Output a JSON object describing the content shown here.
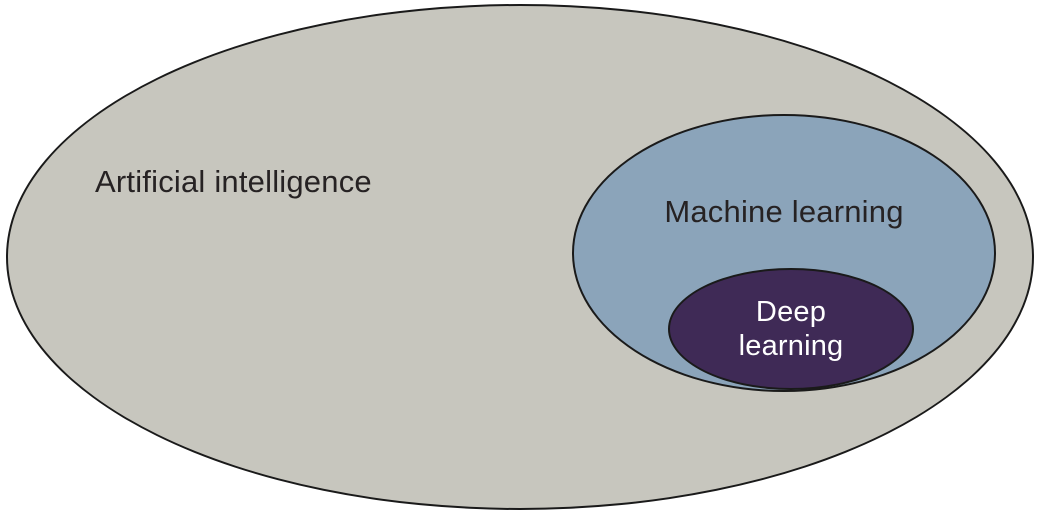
{
  "diagram": {
    "type": "nested-venn",
    "description": "Nested ellipse diagram showing Deep learning as a subset of Machine learning, which is a subset of Artificial intelligence",
    "background_color": "#ffffff",
    "outline_color": "#1a1a1a",
    "sets": [
      {
        "id": "artificial-intelligence",
        "label": "Artificial intelligence",
        "fill_color": "#c7c6be",
        "text_color": "#262223",
        "contains": "machine-learning"
      },
      {
        "id": "machine-learning",
        "label": "Machine learning",
        "fill_color": "#8ba4ba",
        "text_color": "#262223",
        "contains": "deep-learning"
      },
      {
        "id": "deep-learning",
        "label": "Deep\nlearning",
        "fill_color": "#3f2a56",
        "text_color": "#ffffff",
        "contains": null
      }
    ]
  }
}
